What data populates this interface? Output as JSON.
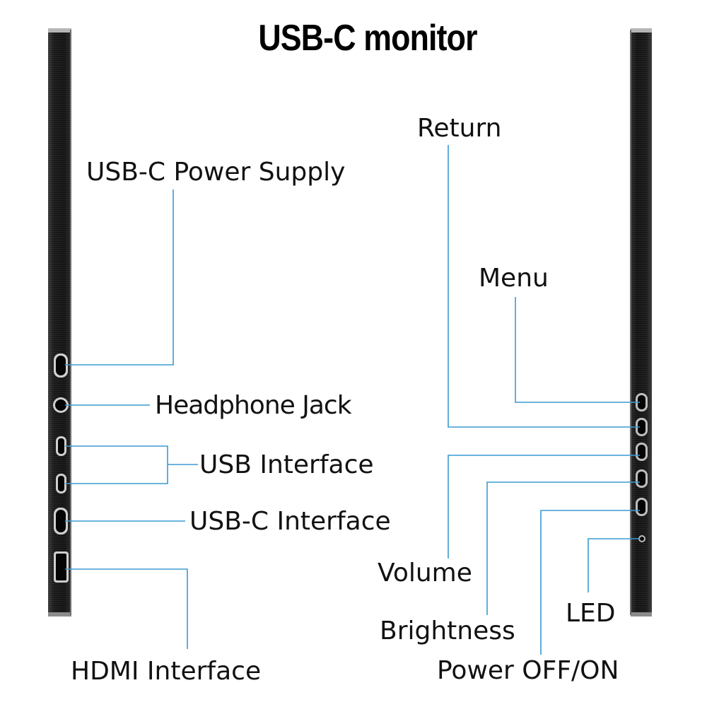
{
  "title": "USB-C monitor",
  "left_ports": [
    {
      "id": "usbc-power",
      "label": "USB-C Power Supply"
    },
    {
      "id": "headphone",
      "label": "Headphone Jack"
    },
    {
      "id": "usb",
      "label": "USB Interface"
    },
    {
      "id": "usbc",
      "label": "USB-C Interface"
    },
    {
      "id": "hdmi",
      "label": "HDMI Interface"
    }
  ],
  "right_controls": [
    {
      "id": "return",
      "label": "Return"
    },
    {
      "id": "menu",
      "label": "Menu"
    },
    {
      "id": "volume",
      "label": "Volume"
    },
    {
      "id": "brightness",
      "label": "Brightness"
    },
    {
      "id": "power",
      "label": "Power OFF/ON"
    },
    {
      "id": "led",
      "label": "LED"
    }
  ],
  "colors": {
    "leader_line": "#3a9bd1",
    "panel_dark": "#1c1c1c",
    "panel_edge": "#8a8a8a",
    "port": "#050505"
  }
}
